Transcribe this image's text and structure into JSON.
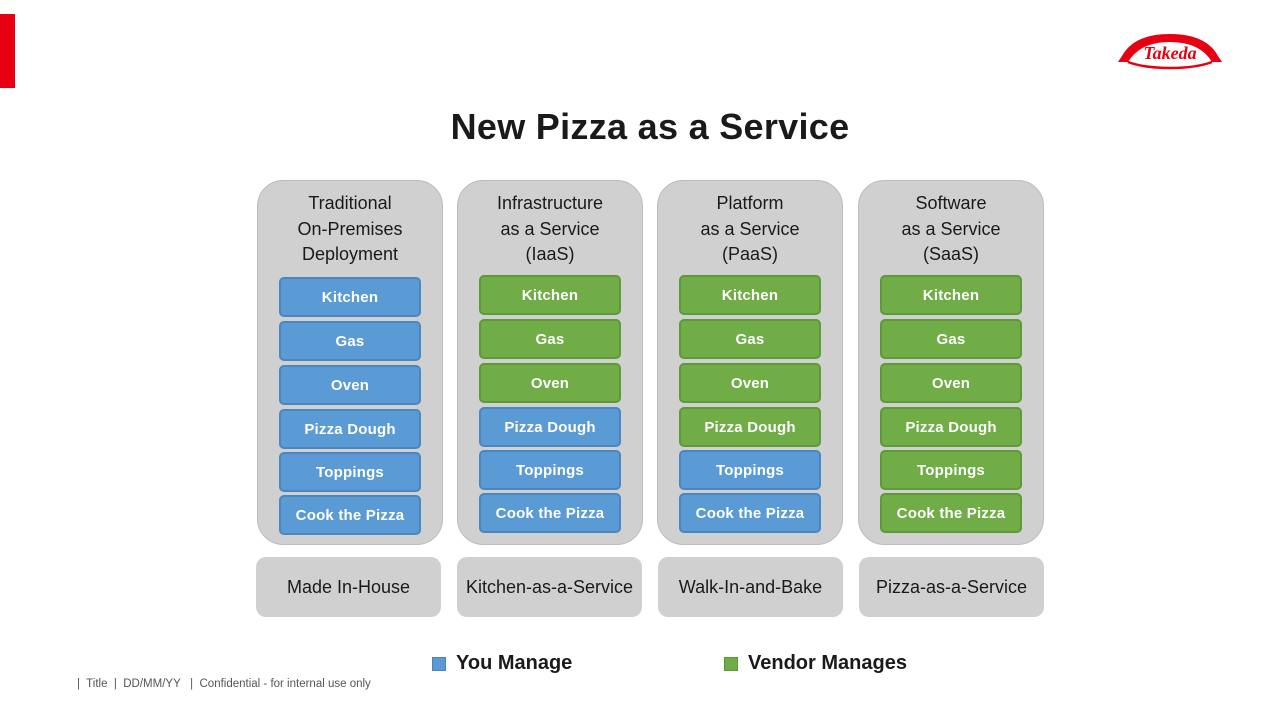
{
  "colors": {
    "accent": "#e60012",
    "you_manage": "#5b9bd5",
    "vendor_manages": "#70ad47",
    "panel": "#d0d0d0"
  },
  "logo": {
    "text": "Takeda"
  },
  "title": "New Pizza as a Service",
  "columns": [
    {
      "heading": [
        "Traditional",
        "On-Premises",
        "Deployment"
      ],
      "tiles": [
        {
          "label": "Kitchen",
          "managed_by": "you"
        },
        {
          "label": "Gas",
          "managed_by": "you"
        },
        {
          "label": "Oven",
          "managed_by": "you"
        },
        {
          "label": "Pizza Dough",
          "managed_by": "you"
        },
        {
          "label": "Toppings",
          "managed_by": "you"
        },
        {
          "label": "Cook the Pizza",
          "managed_by": "you"
        }
      ],
      "outcome": "Made In-House"
    },
    {
      "heading": [
        "Infrastructure",
        "as a Service",
        "(IaaS)"
      ],
      "tiles": [
        {
          "label": "Kitchen",
          "managed_by": "vendor"
        },
        {
          "label": "Gas",
          "managed_by": "vendor"
        },
        {
          "label": "Oven",
          "managed_by": "vendor"
        },
        {
          "label": "Pizza Dough",
          "managed_by": "you"
        },
        {
          "label": "Toppings",
          "managed_by": "you"
        },
        {
          "label": "Cook the Pizza",
          "managed_by": "you"
        }
      ],
      "outcome": "Kitchen-as-a-Service"
    },
    {
      "heading": [
        "Platform",
        "as a Service",
        "(PaaS)"
      ],
      "tiles": [
        {
          "label": "Kitchen",
          "managed_by": "vendor"
        },
        {
          "label": "Gas",
          "managed_by": "vendor"
        },
        {
          "label": "Oven",
          "managed_by": "vendor"
        },
        {
          "label": "Pizza Dough",
          "managed_by": "vendor"
        },
        {
          "label": "Toppings",
          "managed_by": "you"
        },
        {
          "label": "Cook the Pizza",
          "managed_by": "you"
        }
      ],
      "outcome": "Walk-In-and-Bake"
    },
    {
      "heading": [
        "Software",
        "as a Service",
        "(SaaS)"
      ],
      "tiles": [
        {
          "label": "Kitchen",
          "managed_by": "vendor"
        },
        {
          "label": "Gas",
          "managed_by": "vendor"
        },
        {
          "label": "Oven",
          "managed_by": "vendor"
        },
        {
          "label": "Pizza Dough",
          "managed_by": "vendor"
        },
        {
          "label": "Toppings",
          "managed_by": "vendor"
        },
        {
          "label": "Cook the Pizza",
          "managed_by": "vendor"
        }
      ],
      "outcome": "Pizza-as-a-Service"
    }
  ],
  "legend": {
    "you_manage": "You Manage",
    "vendor_manages": "Vendor Manages"
  },
  "footer": "|  Title  |  DD/MM/YY   |  Confidential - for internal use only"
}
